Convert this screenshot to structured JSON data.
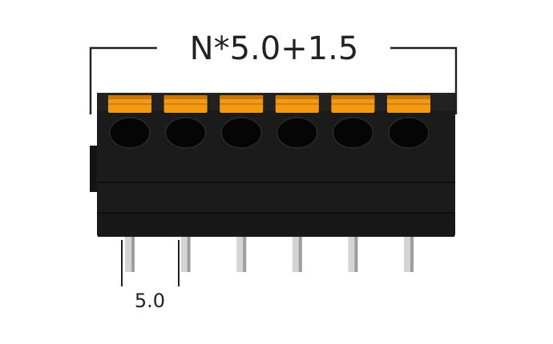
{
  "diagram": {
    "overall_dimension_label": "N*5.0+1.5",
    "pitch_label": "5.0",
    "pole_count": 6,
    "colors": {
      "housing": "#1b1b1b",
      "housing_edge": "#0d0d0d",
      "lever": "#f39a12",
      "lever_dark": "#c97807",
      "pin": "#d4d4d4",
      "pin_shade": "#9e9e9e",
      "dimension_line": "#1f1f1f",
      "text": "#222222"
    }
  }
}
